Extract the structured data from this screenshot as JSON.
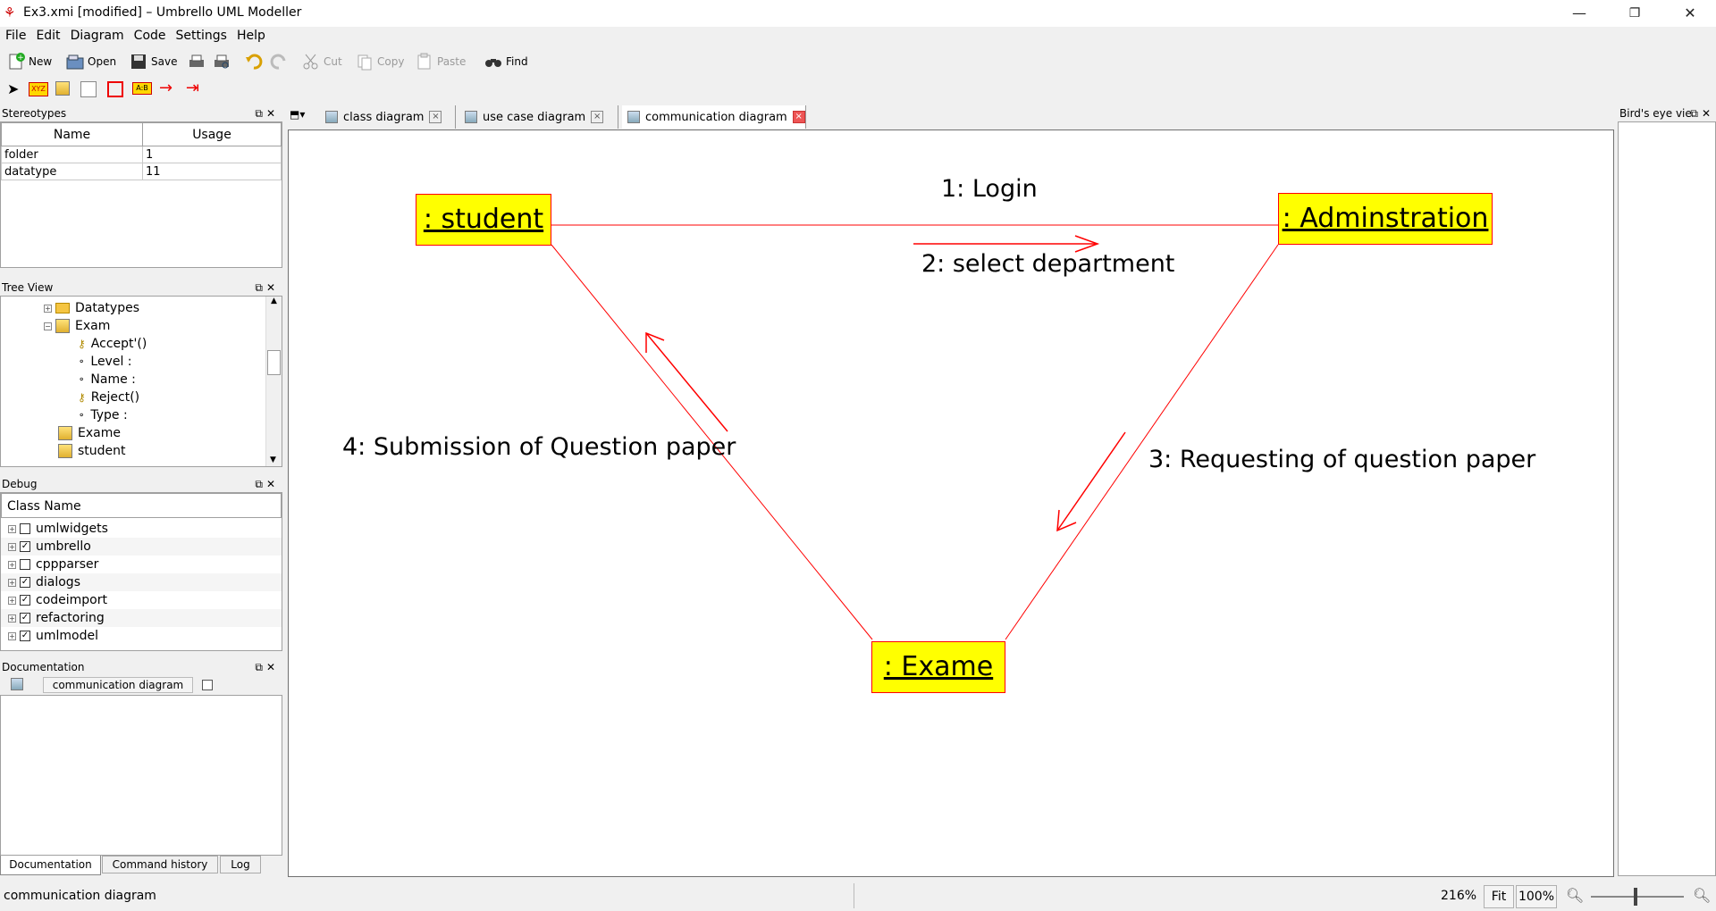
{
  "window": {
    "title": "Ex3.xmi [modified] – Umbrello UML Modeller",
    "controls": [
      "minimize-icon",
      "restore-icon",
      "close-icon"
    ]
  },
  "menu": [
    "File",
    "Edit",
    "Diagram",
    "Code",
    "Settings",
    "Help"
  ],
  "toolbar": {
    "new": "New",
    "open": "Open",
    "save": "Save",
    "cut": "Cut",
    "copy": "Copy",
    "paste": "Paste",
    "find": "Find"
  },
  "stereotypes": {
    "title": "Stereotypes",
    "columns": [
      "Name",
      "Usage"
    ],
    "rows": [
      {
        "name": "folder",
        "usage": "1"
      },
      {
        "name": "datatype",
        "usage": "11"
      }
    ]
  },
  "tree": {
    "title": "Tree View",
    "items": [
      {
        "label": "Datatypes",
        "icon": "folder-icon"
      },
      {
        "label": "Exam",
        "icon": "class-icon"
      },
      {
        "label": "Accept'()",
        "icon": "operation-icon"
      },
      {
        "label": "Level :",
        "icon": "attribute-icon"
      },
      {
        "label": "Name :",
        "icon": "attribute-icon"
      },
      {
        "label": "Reject()",
        "icon": "operation-icon"
      },
      {
        "label": "Type :",
        "icon": "attribute-icon"
      },
      {
        "label": "Exame",
        "icon": "class-icon"
      },
      {
        "label": "student",
        "icon": "class-icon"
      }
    ]
  },
  "debug": {
    "title": "Debug",
    "column": "Class Name",
    "rows": [
      {
        "label": "umlwidgets",
        "checked": false
      },
      {
        "label": "umbrello",
        "checked": true
      },
      {
        "label": "cppparser",
        "checked": false
      },
      {
        "label": "dialogs",
        "checked": true
      },
      {
        "label": "codeimport",
        "checked": true
      },
      {
        "label": "refactoring",
        "checked": true
      },
      {
        "label": "umlmodel",
        "checked": true
      }
    ]
  },
  "documentation": {
    "title": "Documentation",
    "field": "communication diagram",
    "tabs": [
      "Documentation",
      "Command history",
      "Log"
    ]
  },
  "tabs": [
    {
      "label": "class diagram",
      "active": false
    },
    {
      "label": "use case diagram",
      "active": false
    },
    {
      "label": "communication diagram",
      "active": true
    }
  ],
  "diagram": {
    "objects": {
      "student": ": student",
      "admin": ": Adminstration",
      "exame": ": Exame"
    },
    "messages": {
      "m1": "1: Login",
      "m2": "2: select department",
      "m3": "3: Requesting of question paper",
      "m4": "4: Submission of Question paper"
    },
    "colors": {
      "object_fill": "#ffff00",
      "line": "#ff0000"
    }
  },
  "birdseye": {
    "title": "Bird's eye vie"
  },
  "status": {
    "left": "communication diagram",
    "zoom": "216%",
    "fit": "Fit",
    "full": "100%"
  }
}
